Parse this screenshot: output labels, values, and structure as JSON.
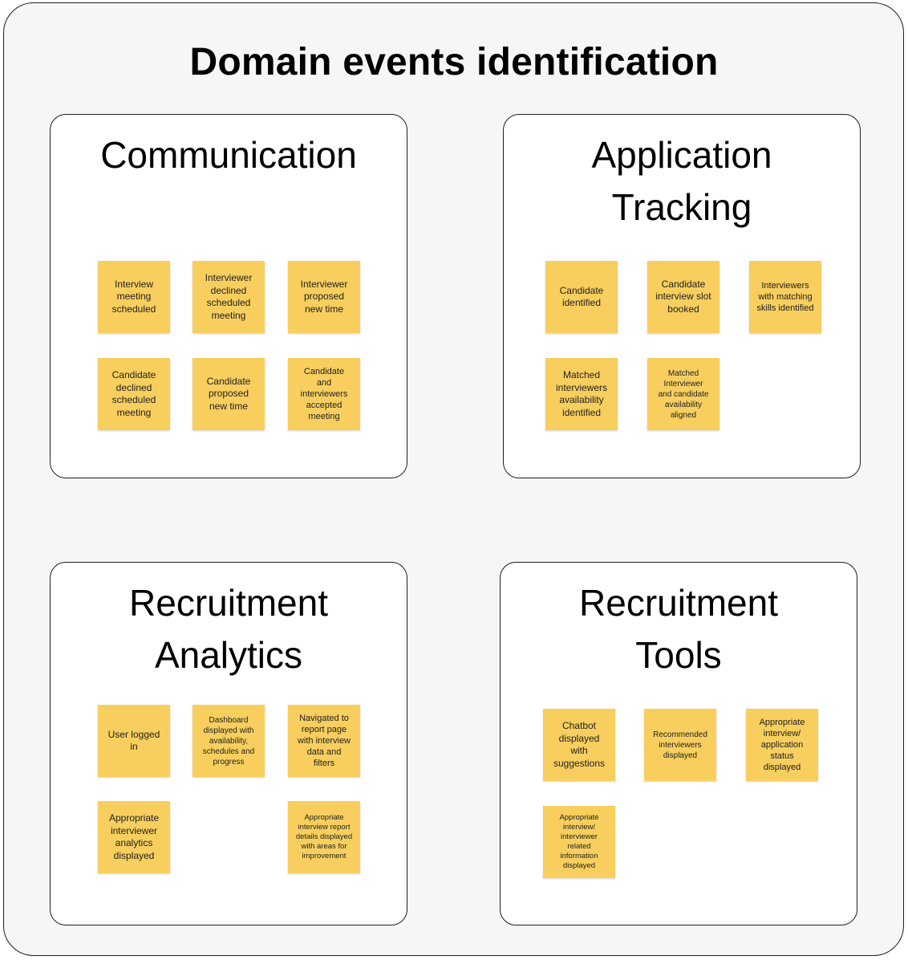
{
  "title": "Domain events identification",
  "colors": {
    "board_bg": "#f6f6f6",
    "sticky_note": "#f8cf5e",
    "border": "#1e1e1e"
  },
  "panels": {
    "communication": {
      "title": "Communication",
      "notes": [
        "Interview\nmeeting\nscheduled",
        "Interviewer\ndeclined\nscheduled\nmeeting",
        "Interviewer\nproposed\nnew time",
        "Candidate\ndeclined\nscheduled\nmeeting",
        "Candidate\nproposed\nnew time",
        "Candidate\nand\ninterviewers\naccepted\nmeeting"
      ]
    },
    "application_tracking": {
      "title": "Application\nTracking",
      "notes": [
        "Candidate\nidentified",
        "Candidate\ninterview slot\nbooked",
        "Interviewers\nwith matching\nskills identified",
        "Matched\ninterviewers\navailability\nidentified",
        "Matched\nInterviewer\nand candidate\navailability\naligned"
      ]
    },
    "recruitment_analytics": {
      "title": "Recruitment\nAnalytics",
      "notes": [
        "User logged\nin",
        "Dashboard\ndisplayed with\navailability,\nschedules and\nprogress",
        "Navigated to\nreport page\nwith interview\ndata and\nfilters",
        "Appropriate\ninterviewer\nanalytics\ndisplayed",
        "Appropriate\ninterview report\ndetails displayed\nwith areas for\nimprovement"
      ]
    },
    "recruitment_tools": {
      "title": "Recruitment\nTools",
      "notes": [
        "Chatbot\ndisplayed\nwith\nsuggestions",
        "Recommended\ninterviewers\ndisplayed",
        "Appropriate\ninterview/\napplication\nstatus\ndisplayed",
        "Appropriate\ninterview/\ninterviewer\nrelated\ninformation\ndisplayed"
      ]
    }
  }
}
